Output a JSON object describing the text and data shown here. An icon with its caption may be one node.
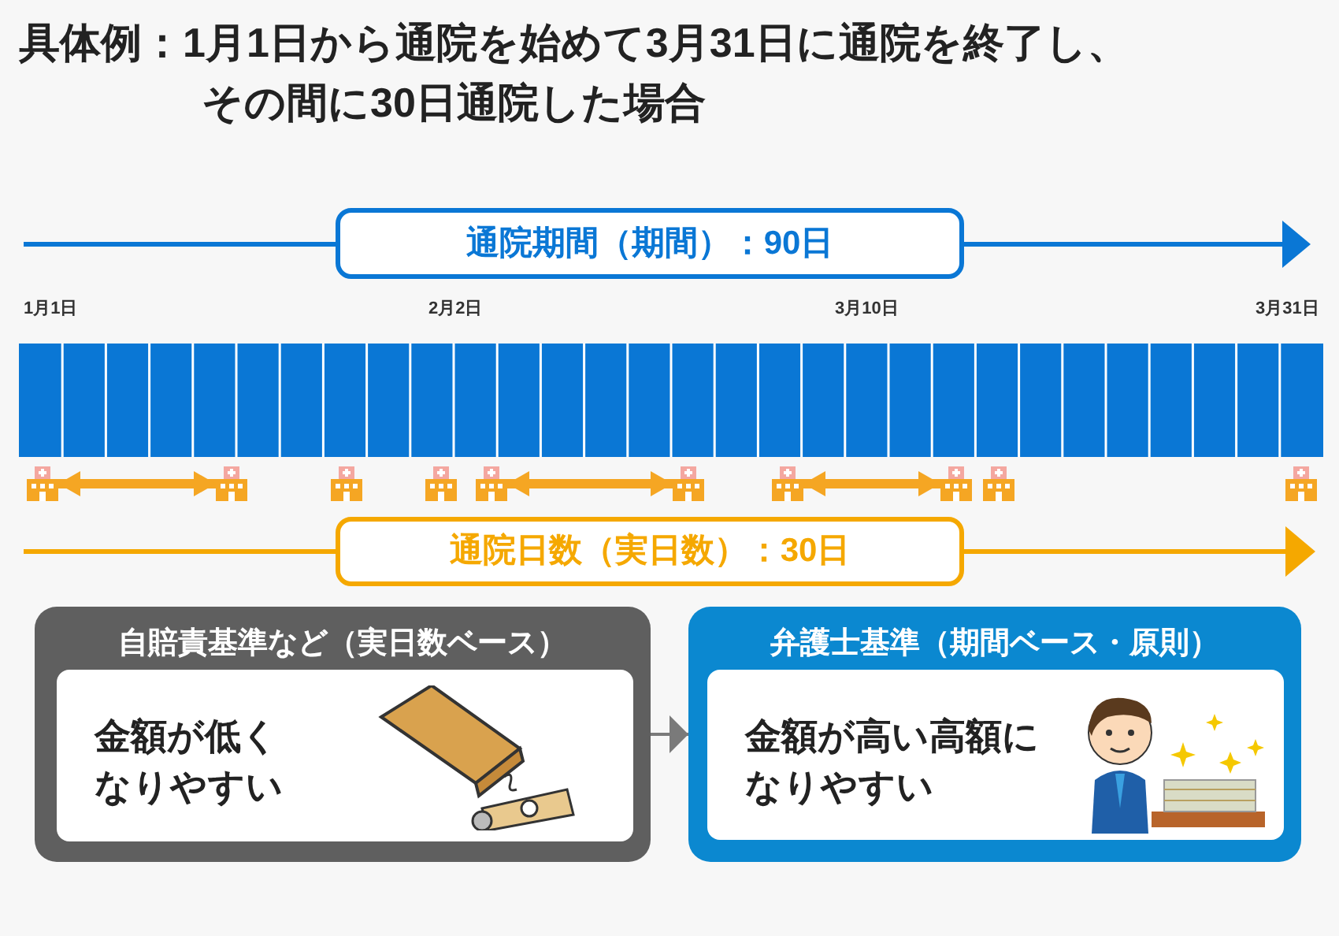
{
  "diagram": {
    "title": "具体例：1月1日から通院を始めて3月31日に通院を終了し、その間に30日通院した場合",
    "nodes": [
      {
        "text": [
          "通院期間（期間）：90日"
        ]
      },
      {
        "text": [],
        "shape": "picture"
      },
      {
        "text": [],
        "shape": "picture"
      },
      {
        "text": [],
        "shape": "picture"
      },
      {
        "text": [],
        "shape": "picture"
      },
      {
        "text": [],
        "shape": "picture"
      },
      {
        "text": [],
        "shape": "picture"
      },
      {
        "text": [],
        "shape": "picture"
      },
      {
        "text": [],
        "shape": "picture"
      },
      {
        "text": [],
        "shape": "picture"
      },
      {
        "text": [],
        "shape": "picture"
      },
      {
        "text": [
          "通院日数（実日数）：30日"
        ]
      },
      {
        "text": [
          "自賠責基準など（実日数ベース）"
        ]
      },
      {
        "text": [
          "金額が低くなりやすい"
        ],
        "in": 12
      },
      {
        "text": [
          "弁護士基準（期間ベース・原則）"
        ]
      },
      {
        "text": [
          "金額が高い高額になりやすい"
        ],
        "in": 14
      }
    ],
    "edges": [
      {
        "from": 1,
        "to": 2,
        "arrow": "both"
      },
      {
        "from": 5,
        "to": 6,
        "arrow": "both"
      },
      {
        "from": 7,
        "to": 8,
        "arrow": "both"
      },
      {
        "from": 12,
        "to": 14,
        "arrow": "to",
        "color": "#7a7a7a"
      }
    ],
    "labels": [
      "1月1日",
      "2月2日",
      "3月10日",
      "3月31日"
    ]
  }
}
